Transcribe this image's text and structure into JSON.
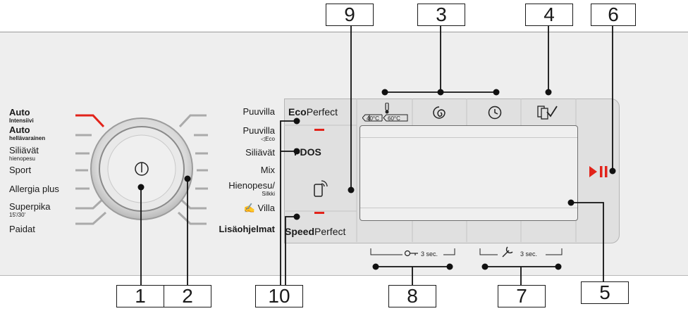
{
  "callouts": [
    "1",
    "2",
    "3",
    "4",
    "5",
    "6",
    "7",
    "8",
    "9",
    "10"
  ],
  "programs_left": {
    "auto_intensiivi": "Auto",
    "auto_intensiivi_sub": "Intensiivi",
    "auto_hellavarainen": "Auto",
    "auto_hellavarainen_sub": "hellävarainen",
    "silia": "Siliävät",
    "silia_sub": "hienopesu",
    "sport": "Sport",
    "allergia": "Allergia plus",
    "superpika": "Superpika",
    "superpika_sub": "15'/30'",
    "paidat": "Paidat"
  },
  "programs_right": {
    "puuvilla": "Puuvilla",
    "puuvilla_eco": "Puuvilla",
    "eco_sub": "Eco",
    "siliavat": "Siliävät",
    "mix": "Mix",
    "hienopesu": "Hienopesu/",
    "silkki_sub": "Silkki",
    "villa": "Villa",
    "lisaohjelmat": "Lisäohjelmat"
  },
  "buttons": {
    "eco_bold": "Eco",
    "eco_rest": "Perfect",
    "idos": "i-DOS",
    "speed_bold": "Speed",
    "speed_rest": "Perfect"
  },
  "display": {
    "temp40": "40°C",
    "temp60": "60°C",
    "lock_label": "3 sec.",
    "wrench_label": "3 sec."
  },
  "colors": {
    "accent": "#e2231a",
    "panel": "#eeeeee"
  }
}
